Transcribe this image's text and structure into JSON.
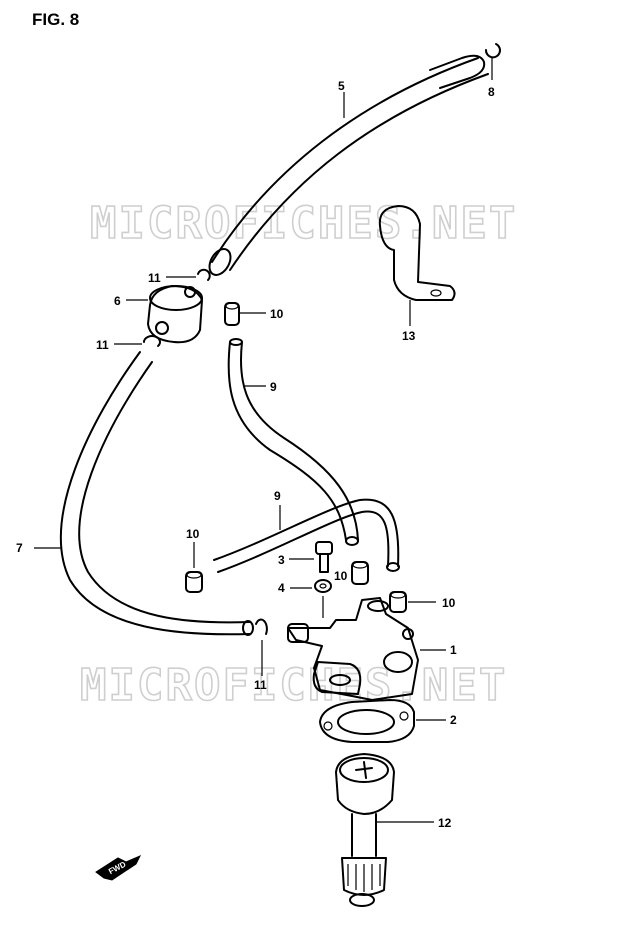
{
  "figure": {
    "title": "FIG. 8"
  },
  "watermark": {
    "text_top": "MICROFICHES.NET",
    "text_bottom": "MICROFICHES.NET"
  },
  "direction_arrow": {
    "label": "FWD"
  },
  "callouts": [
    "8",
    "5",
    "11",
    "6",
    "10",
    "13",
    "11",
    "9",
    "9",
    "7",
    "10",
    "3",
    "10",
    "4",
    "10",
    "1",
    "11",
    "2",
    "12"
  ]
}
